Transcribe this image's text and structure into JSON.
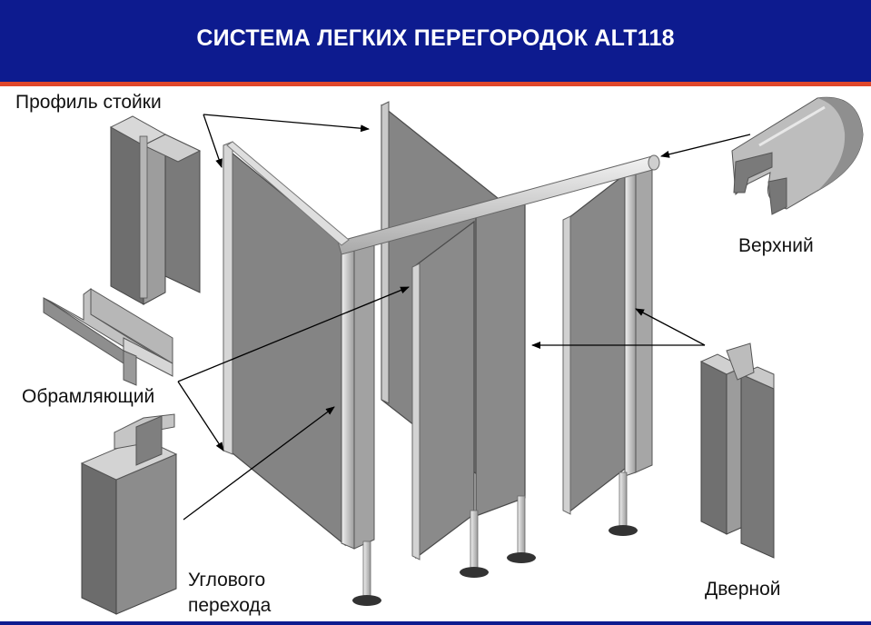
{
  "header": {
    "title": "СИСТЕМА ЛЕГКИХ ПЕРЕГОРОДОК ALT118"
  },
  "labels": {
    "post_profile": "Профиль стойки",
    "top": "Верхний",
    "framing": "Обрамляющий",
    "corner_line1": "Углового",
    "corner_line2": "перехода",
    "door": "Дверной"
  },
  "colors": {
    "header_bg": "#0d1b8f",
    "header_accent": "#e0472b",
    "panel": "#858585",
    "profile": "#c8c8c8"
  }
}
